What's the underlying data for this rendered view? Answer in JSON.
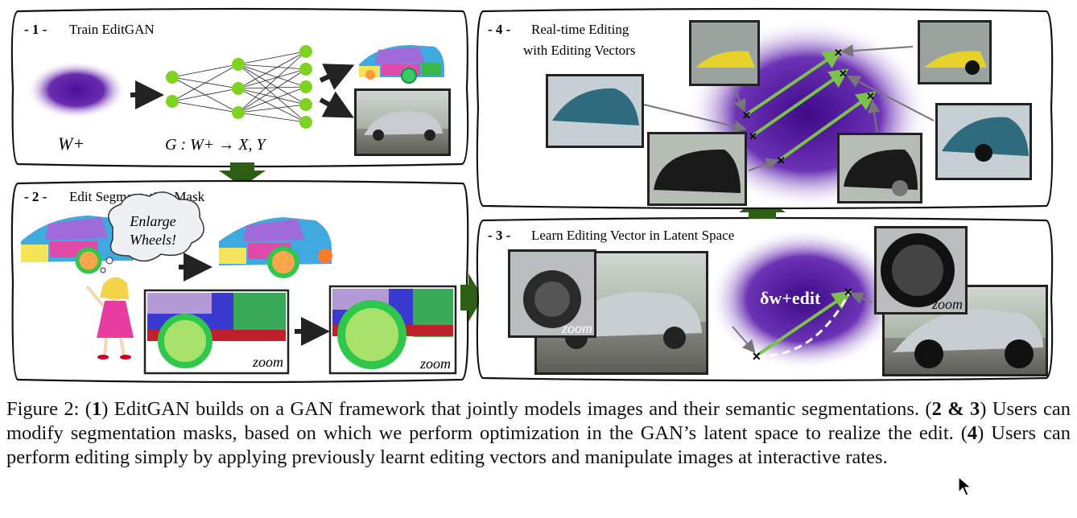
{
  "panels": {
    "p1": {
      "number": "- 1 -",
      "title": "Train EditGAN",
      "latent_label": "W+",
      "generator_label": "G : W+ → X, Y"
    },
    "p2": {
      "number": "- 2 -",
      "title": "Edit Segmentation Mask",
      "bubble_line1": "Enlarge",
      "bubble_line2": "Wheels!",
      "zoom_left": "zoom",
      "zoom_right": "zoom"
    },
    "p3": {
      "number": "- 3 -",
      "title": "Learn Editing Vector in Latent Space",
      "vector_label": "δw+edit",
      "zoom_left": "zoom",
      "zoom_right": "zoom"
    },
    "p4": {
      "number": "- 4 -",
      "title_line1": "Real-time Editing",
      "title_line2": "with Editing Vectors"
    }
  },
  "caption": {
    "prefix": "Figure 2: (",
    "b1": "1",
    "t1": ") EditGAN builds on a GAN framework that jointly models images and their semantic segmentations. (",
    "b2": "2 & 3",
    "t2": ") Users can modify segmentation masks, based on which we perform optimization in the GAN’s latent space to realize the edit. (",
    "b3": "4",
    "t3": ") Users can perform editing simply by applying previously learnt editing vectors and manipulate images at interactive rates."
  },
  "colors": {
    "network_node": "#7ed321",
    "latent_purple": "#5a1aa0",
    "flow_arrow": "#2e5e14",
    "edit_arrow": "#7cc24a"
  }
}
